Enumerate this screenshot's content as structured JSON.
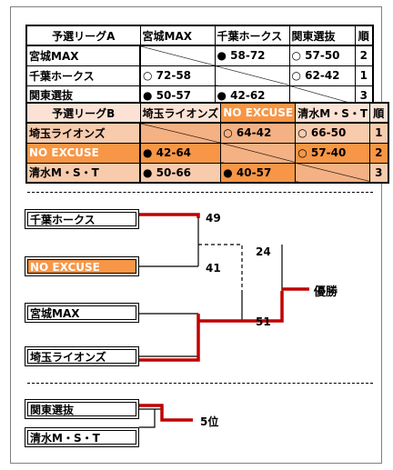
{
  "leagueA": {
    "header": [
      "予選リーグA",
      "宮城MAX",
      "千葉ホークス",
      "関東選抜",
      "順"
    ],
    "rows": [
      {
        "team": "宮城MAX",
        "cells": [
          "",
          "● 58-72",
          "○ 57-50"
        ],
        "rank": "2"
      },
      {
        "team": "千葉ホークス",
        "cells": [
          "○ 72-58",
          "",
          "○ 62-42"
        ],
        "rank": "1"
      },
      {
        "team": "関東選抜",
        "cells": [
          "● 50-57",
          "● 42-62",
          ""
        ],
        "rank": "3"
      }
    ]
  },
  "leagueB": {
    "header": [
      "予選リーグB",
      "埼玉ライオンズ",
      "NO EXCUSE",
      "清水M・S・T",
      "順"
    ],
    "rows": [
      {
        "team": "埼玉ライオンズ",
        "cells": [
          "",
          "○ 64-42",
          "○ 66-50"
        ],
        "rank": "1"
      },
      {
        "team": "NO EXCUSE",
        "cells": [
          "● 42-64",
          "",
          "○ 57-40"
        ],
        "rank": "2"
      },
      {
        "team": "清水M・S・T",
        "cells": [
          "● 50-66",
          "● 40-57",
          ""
        ],
        "rank": "3"
      }
    ]
  },
  "bracket": {
    "teams": [
      "千葉ホークス",
      "NO EXCUSE",
      "宮城MAX",
      "埼玉ライオンズ"
    ],
    "scores": {
      "s1": "49",
      "s2": "41",
      "s3": "24",
      "s4": "51"
    },
    "champion_label": "優勝"
  },
  "fifth": {
    "teams": [
      "関東選抜",
      "清水M・S・T"
    ],
    "label": "5位"
  },
  "colors": {
    "winner_line": "#c00000",
    "highlight": "#f79646"
  }
}
